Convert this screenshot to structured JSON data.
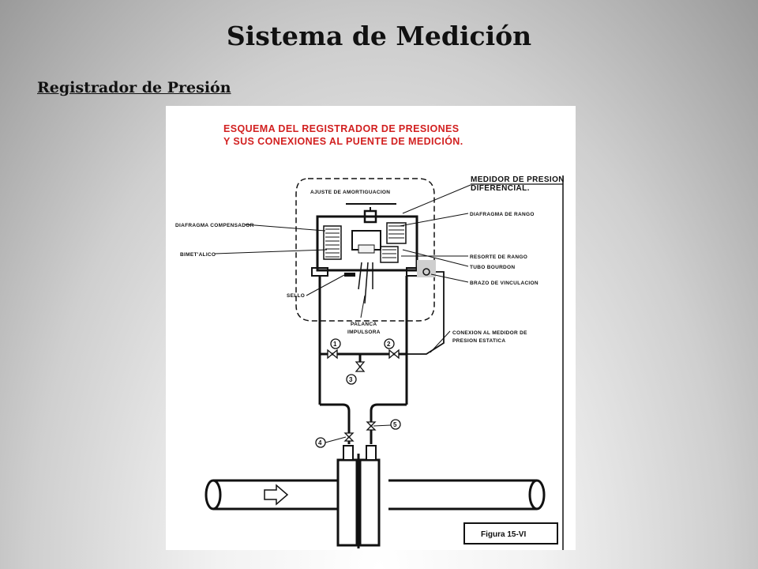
{
  "slide": {
    "title": "Sistema de Medición",
    "subtitle": "Registrador de Presión"
  },
  "figure": {
    "heading_line1": "ESQUEMA DEL REGISTRADOR DE PRESIONES",
    "heading_line2": "Y SUS CONEXIONES AL PUENTE DE MEDICIÓN.",
    "labels": {
      "medidor_line1": "MEDIDOR DE PRESION",
      "medidor_line2": "DIFERENCIAL.",
      "ajuste": "AJUSTE DE AMORTIGUACION",
      "diafragma_compensador": "DIAFRAGMA COMPENSADOR",
      "diafragma_rango": "DIAFRAGMA DE RANGO",
      "bimetalico": "BIMET'ALICO",
      "resorte": "RESORTE DE RANGO",
      "tubo": "TUBO BOURDON",
      "brazo": "BRAZO DE VINCULACION",
      "sello": "SELLO",
      "palanca_line1": "PALANCA",
      "palanca_line2": "IMPULSORA",
      "conexion_line1": "CONEXION AL MEDIDOR DE",
      "conexion_line2": "PRESION ESTATICA"
    },
    "valves": [
      "1",
      "2",
      "3",
      "4",
      "5"
    ],
    "caption": "Figura 15-VI",
    "colors": {
      "heading": "#d22020",
      "ink": "#111111"
    }
  }
}
